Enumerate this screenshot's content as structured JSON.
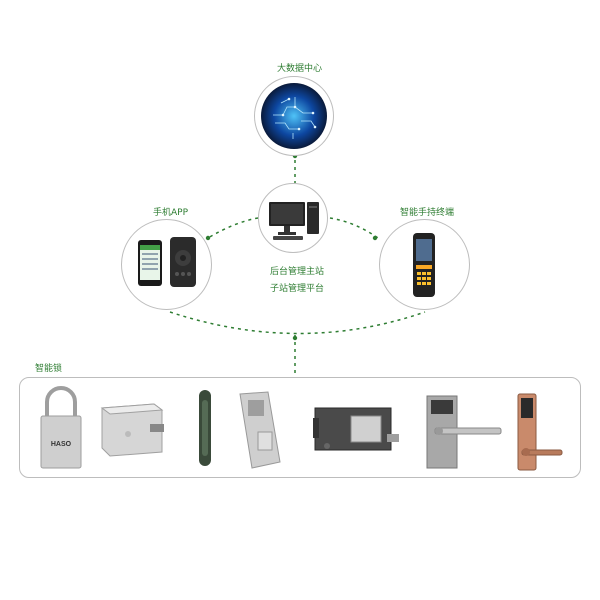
{
  "nodes": {
    "big_data": "大数据中心",
    "mobile_app": "手机APP",
    "handheld": "智能手持终端",
    "backend_main": "后台管理主站",
    "backend_sub": "子站管理平台",
    "smart_lock": "智能锁"
  },
  "padlock_brand": "HASO",
  "colors": {
    "accent_green": "#2e7d32",
    "connector_green": "#2e7d32",
    "border_gray": "#bdbdbd"
  }
}
